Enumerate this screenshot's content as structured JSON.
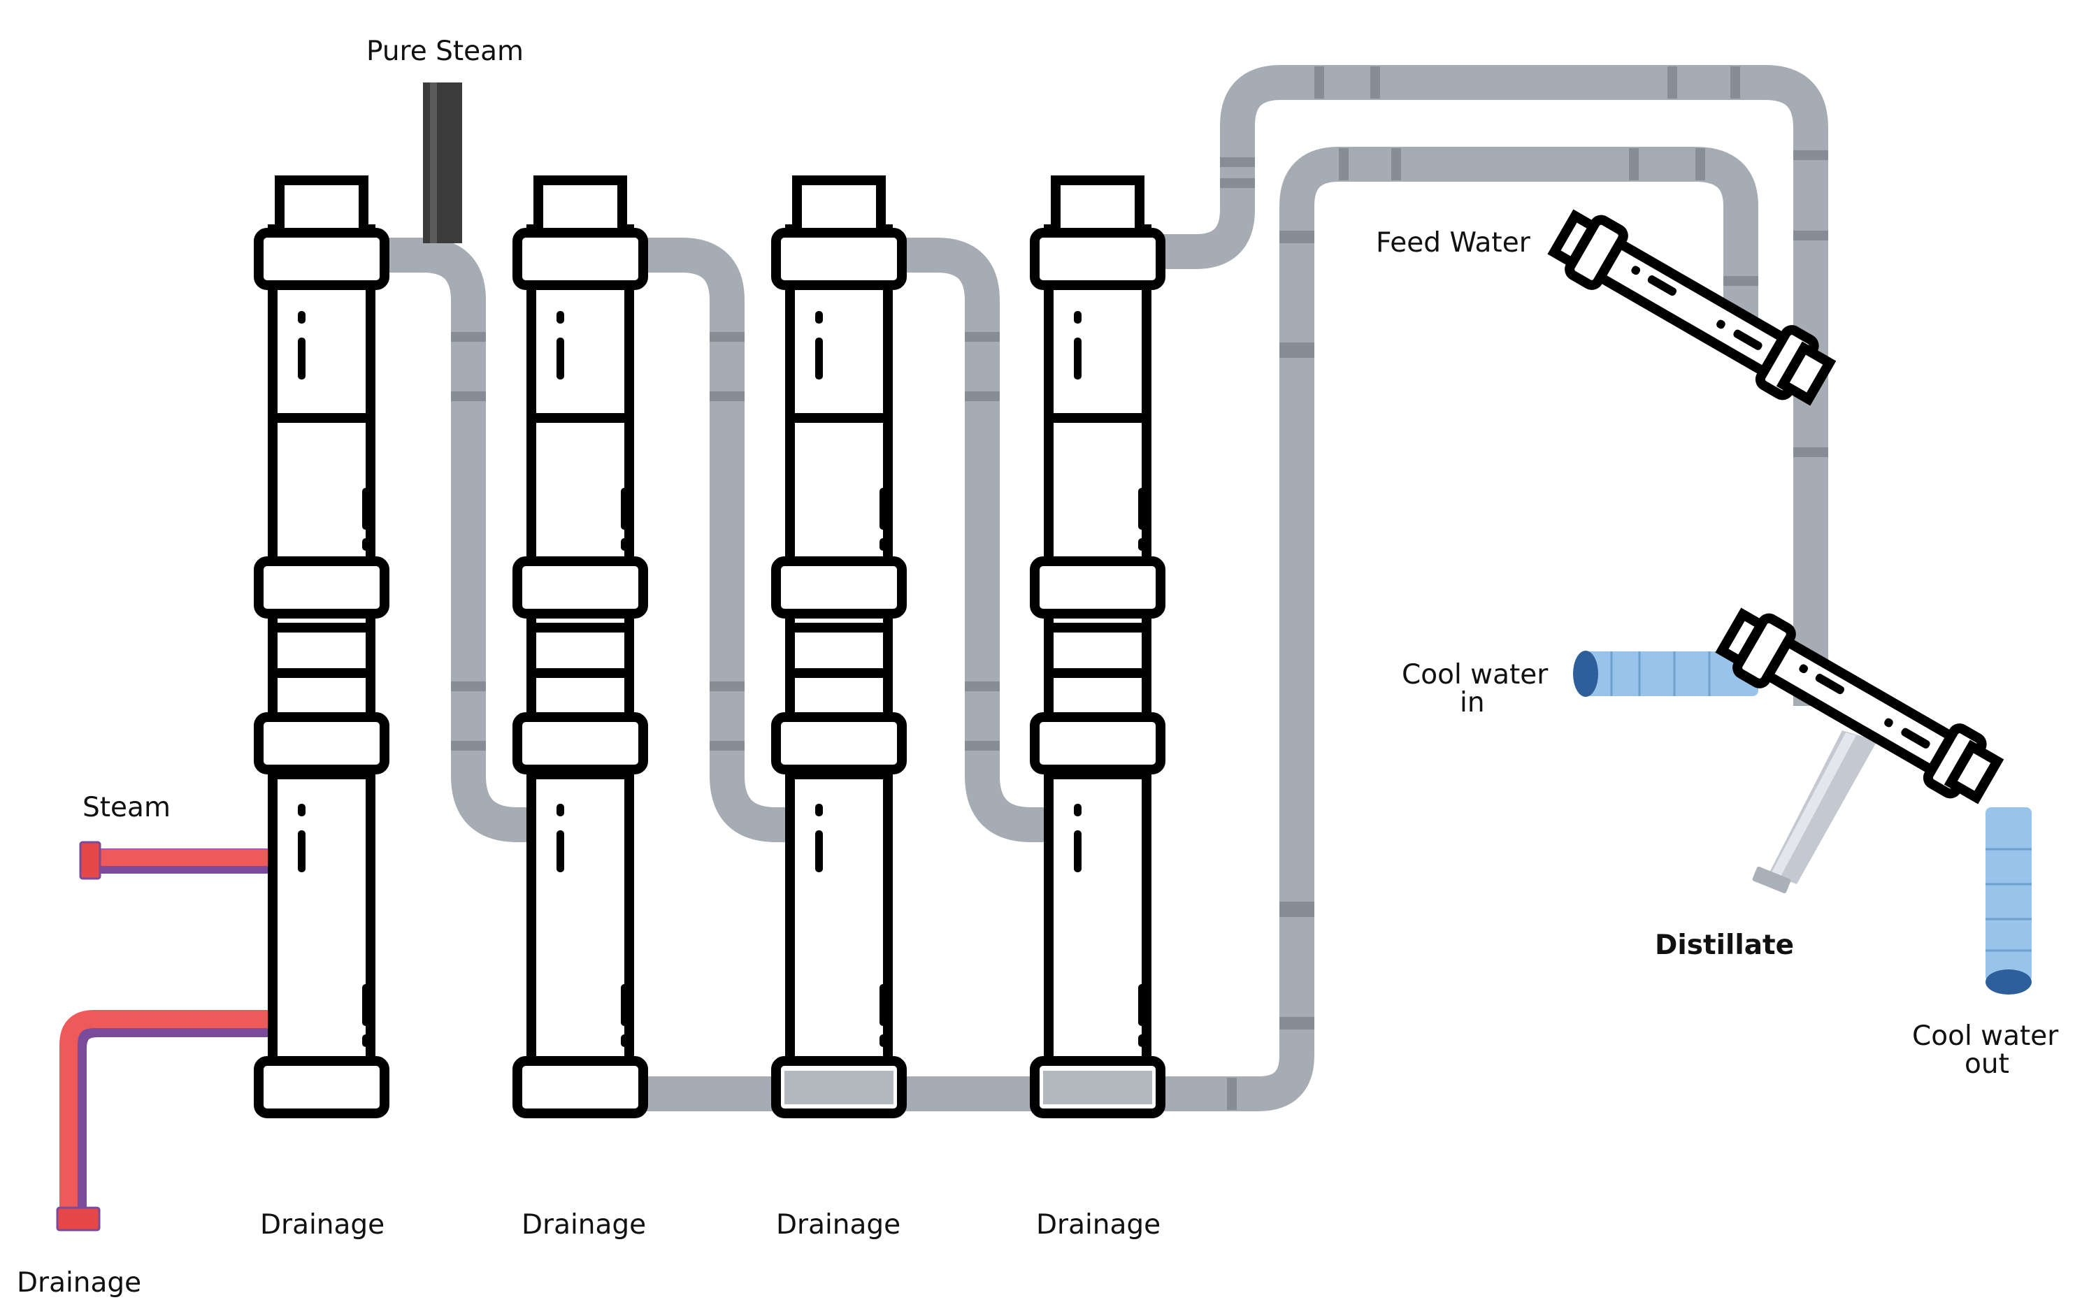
{
  "labels": {
    "pure_steam": "Pure Steam",
    "feed_water": "Feed Water",
    "steam": "Steam",
    "cool_water_in_1": "Cool water",
    "cool_water_in_2": "in",
    "cool_water_out_1": "Cool water",
    "cool_water_out_2": "out",
    "distillate": "Distillate",
    "drainage_inlet": "Drainage",
    "drainage_columns": [
      "Drainage",
      "Drainage",
      "Drainage",
      "Drainage"
    ]
  },
  "colors": {
    "column_stroke": "#000000",
    "column_fill": "#ffffff",
    "pipe_gray": "#a6acb3",
    "pipe_band": "#878d94",
    "pure_steam_pipe": "#3b3b3b",
    "steam_pipe": "#ee5a5a",
    "steam_pipe_shadow": "#7a4b9a",
    "cool_water": "#98c3eb",
    "cool_water_cap": "#2e5f9b",
    "distillate_pipe": "#c4c9d1"
  }
}
